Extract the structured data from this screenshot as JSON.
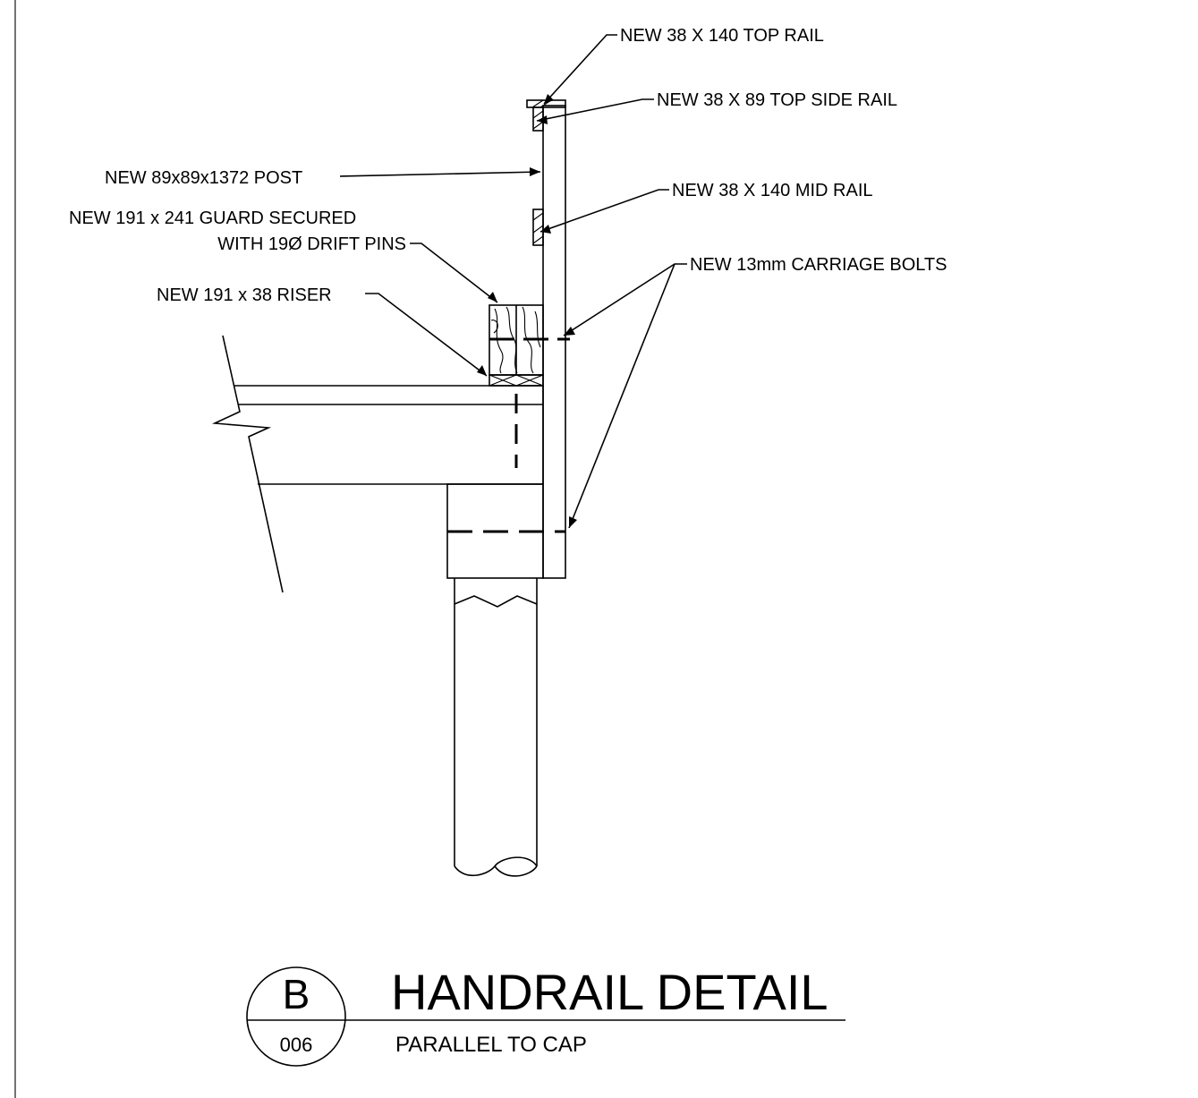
{
  "annotations": {
    "top_rail": "NEW 38 X 140 TOP RAIL",
    "top_side_rail": "NEW 38 X 89 TOP SIDE RAIL",
    "post": "NEW 89x89x1372 POST",
    "mid_rail": "NEW 38 X 140 MID RAIL",
    "guard_line1": "NEW 191 x 241 GUARD SECURED",
    "guard_line2": "WITH 19Ø DRIFT PINS",
    "carriage_bolts": "NEW 13mm CARRIAGE BOLTS",
    "riser": "NEW 191 x 38 RISER"
  },
  "title_block": {
    "detail_letter": "B",
    "sheet_number": "006",
    "title": "HANDRAIL DETAIL",
    "subtitle": "PARALLEL TO CAP"
  }
}
